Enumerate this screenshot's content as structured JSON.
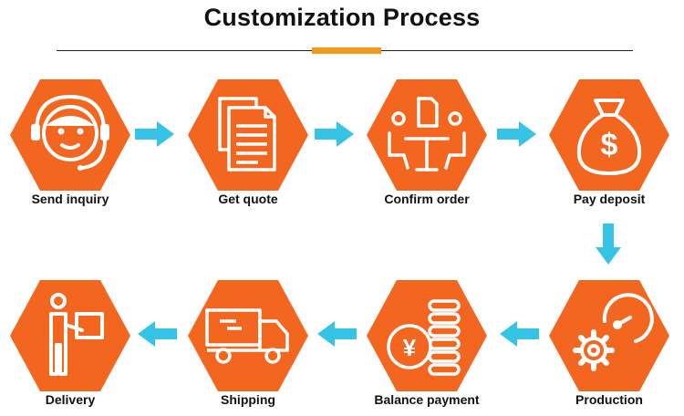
{
  "title": "Customization Process",
  "colors": {
    "hex": "#f2661f",
    "arrow": "#35c3e6",
    "icon": "#ffffff",
    "accent": "#f39a1e"
  },
  "steps": [
    {
      "label": "Send inquiry",
      "icon": "customer-service-headset-icon"
    },
    {
      "label": "Get quote",
      "icon": "documents-icon"
    },
    {
      "label": "Confirm order",
      "icon": "meeting-table-icon"
    },
    {
      "label": "Pay deposit",
      "icon": "money-bag-icon"
    },
    {
      "label": "Production",
      "icon": "gear-gauge-icon"
    },
    {
      "label": "Balance payment",
      "icon": "yen-coins-icon"
    },
    {
      "label": "Shipping",
      "icon": "truck-icon"
    },
    {
      "label": "Delivery",
      "icon": "courier-box-icon"
    }
  ]
}
